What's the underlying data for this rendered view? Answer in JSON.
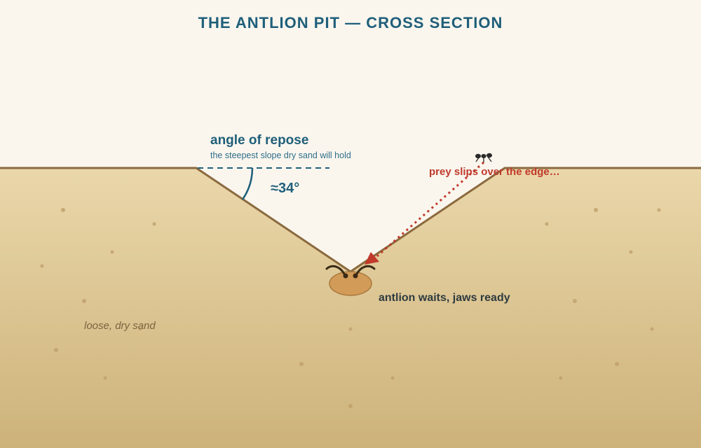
{
  "title": "THE ANTLION PIT — CROSS SECTION",
  "angle": {
    "heading": "angle of repose",
    "description": "the steepest slope dry sand will hold",
    "value": "≈34°"
  },
  "prey": {
    "label": "prey slips over the edge…"
  },
  "antlion": {
    "label": "antlion waits, jaws ready"
  },
  "sand": {
    "label": "loose, dry sand"
  },
  "colors": {
    "sky": "#faf6ee",
    "sand_top": "#ead7aa",
    "sand_bottom": "#cdb27a",
    "surface_line": "#8b6a3e",
    "accent_blue": "#1f5f7a",
    "prey_red": "#c0392b",
    "antlion_body": "#d29b57"
  },
  "icons": {
    "prey": "ant-icon",
    "antlion": "antlion-icon",
    "arrow": "arrowhead-icon"
  }
}
